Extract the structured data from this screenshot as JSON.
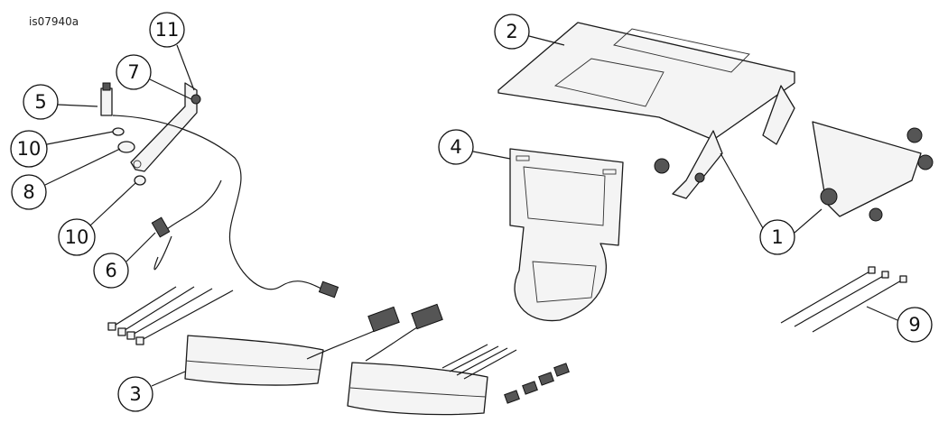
{
  "figure_id": "is07940a",
  "callouts": [
    "11",
    "7",
    "5",
    "10",
    "8",
    "10",
    "6",
    "3",
    "2",
    "4",
    "1",
    "9"
  ]
}
